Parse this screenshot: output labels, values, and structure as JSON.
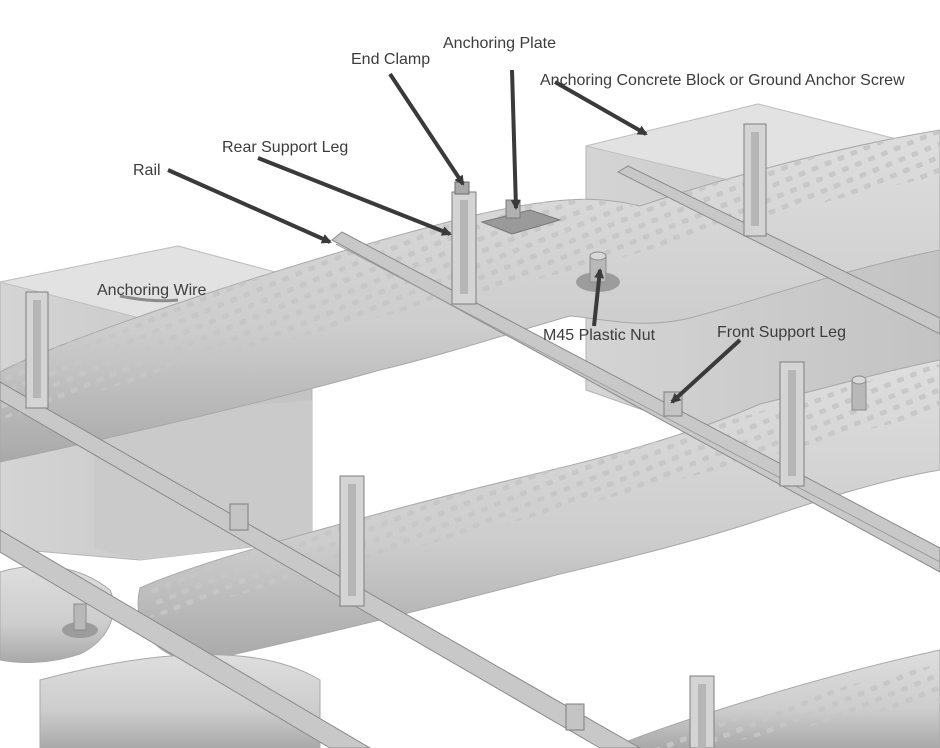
{
  "diagram": {
    "labels": {
      "end_clamp": "End Clamp",
      "anchoring_plate": "Anchoring Plate",
      "anchoring_block": "Anchoring Concrete Block or Ground Anchor Screw",
      "rear_support_leg": "Rear Support Leg",
      "rail": "Rail",
      "anchoring_wire": "Anchoring Wire",
      "m45_plastic_nut": "M45 Plastic Nut",
      "front_support_leg": "Front Support Leg"
    },
    "colors": {
      "label_text": "#3c3c3c",
      "arrow": "#3a3a3a",
      "float_fill": "#d2d2d2",
      "float_shade": "#b4b4b4",
      "block_front": "#cfcfcf",
      "block_top": "#e2e2e2",
      "rail": "#c4c4c4",
      "rail_edge": "#8a8a8a"
    }
  }
}
